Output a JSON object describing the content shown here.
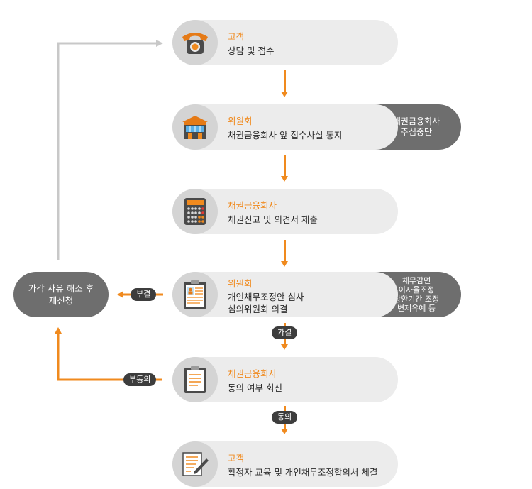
{
  "steps": [
    {
      "actor": "고객",
      "lines": [
        "상담 및 접수"
      ],
      "icon": "phone-icon"
    },
    {
      "actor": "위원회",
      "lines": [
        "채권금융회사 앞 접수사실 통지"
      ],
      "icon": "building-icon",
      "side": [
        "채권금융회사",
        "추심중단"
      ]
    },
    {
      "actor": "채권금융회사",
      "lines": [
        "채권신고 및 의견서 제출"
      ],
      "icon": "calculator-icon"
    },
    {
      "actor": "위원회",
      "lines": [
        "개인채무조정안 심사",
        "심의위원회 의결"
      ],
      "icon": "clipboard-profile-icon",
      "side": [
        "채무감면",
        "이자율조정",
        "상환기간 조정",
        "변제유예 등"
      ]
    },
    {
      "actor": "채권금융회사",
      "lines": [
        "동의 여부 회신"
      ],
      "icon": "clipboard-document-icon"
    },
    {
      "actor": "고객",
      "lines": [
        "확정자 교육 및 개인채무조정합의서 체결"
      ],
      "icon": "document-pen-icon"
    }
  ],
  "tags": {
    "reject": "부결",
    "approve": "가결",
    "disagree": "부동의",
    "agree": "동의"
  },
  "reapply": [
    "가각 사유 해소 후",
    "재신청"
  ],
  "colors": {
    "accent": "#f08a1e",
    "dark": "#6e6e6e",
    "pill": "#ececec",
    "circle": "#d4d4d4",
    "tag": "#3d3d3d",
    "loop": "#c8c8c8"
  }
}
